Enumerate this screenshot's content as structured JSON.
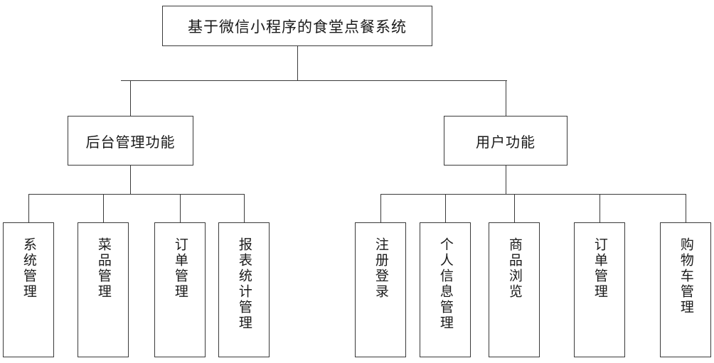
{
  "diagram": {
    "type": "tree-hierarchy",
    "orientation": "top-down",
    "line_color": "#3a3a3a",
    "box_border_color": "#3a3a3a",
    "background_color": "#ffffff",
    "root": {
      "label": "基于微信小程序的食堂点餐系统"
    },
    "branches": [
      {
        "label": "后台管理功能",
        "children": [
          {
            "label": "系统管理"
          },
          {
            "label": "菜品管理"
          },
          {
            "label": "订单管理"
          },
          {
            "label": "报表统计管理"
          }
        ]
      },
      {
        "label": "用户功能",
        "children": [
          {
            "label": "注册登录"
          },
          {
            "label": "个人信息管理"
          },
          {
            "label": "商品浏览"
          },
          {
            "label": "订单管理"
          },
          {
            "label": "购物车管理"
          }
        ]
      }
    ]
  }
}
